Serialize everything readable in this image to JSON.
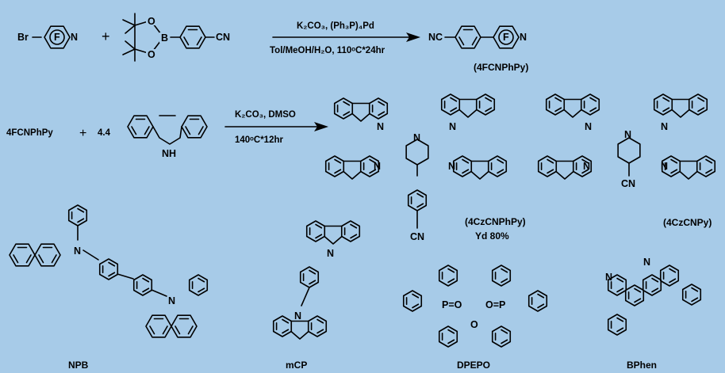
{
  "background": "#a7cbe8",
  "reaction1": {
    "reactant_left_atom": "Br",
    "ring_label": "F",
    "ring_atom": "N",
    "plus": "+",
    "boronate_atoms": [
      "O",
      "B",
      "O"
    ],
    "nitrile": "CN",
    "conditions_top": "K₂CO₃, (Ph₃P)₄Pd",
    "conditions_bottom": "Tol/MeOH/H₂O, 110ᵒC*24hr",
    "product_nitrile": "NC",
    "product_name": "(4FCNPhPy)"
  },
  "reaction2": {
    "reactant": "4FCNPhPy",
    "plus": "+",
    "equivalents": "4.4",
    "carbazole_nh": "NH",
    "conditions_top": "K₂CO₃, DMSO",
    "conditions_bottom": "140ᵒC*12hr",
    "product1_name": "(4CzCNPhPy)",
    "product1_yield": "Yd 80%",
    "product1_nitrile": "CN",
    "product2_name": "(4CzCNPy)",
    "product2_nitrile": "CN",
    "atom_N": "N"
  },
  "materials": [
    {
      "name": "NPB"
    },
    {
      "name": "mCP"
    },
    {
      "name": "DPEPO",
      "atoms": [
        "P=O",
        "O=P",
        "O"
      ]
    },
    {
      "name": "BPhen"
    }
  ]
}
